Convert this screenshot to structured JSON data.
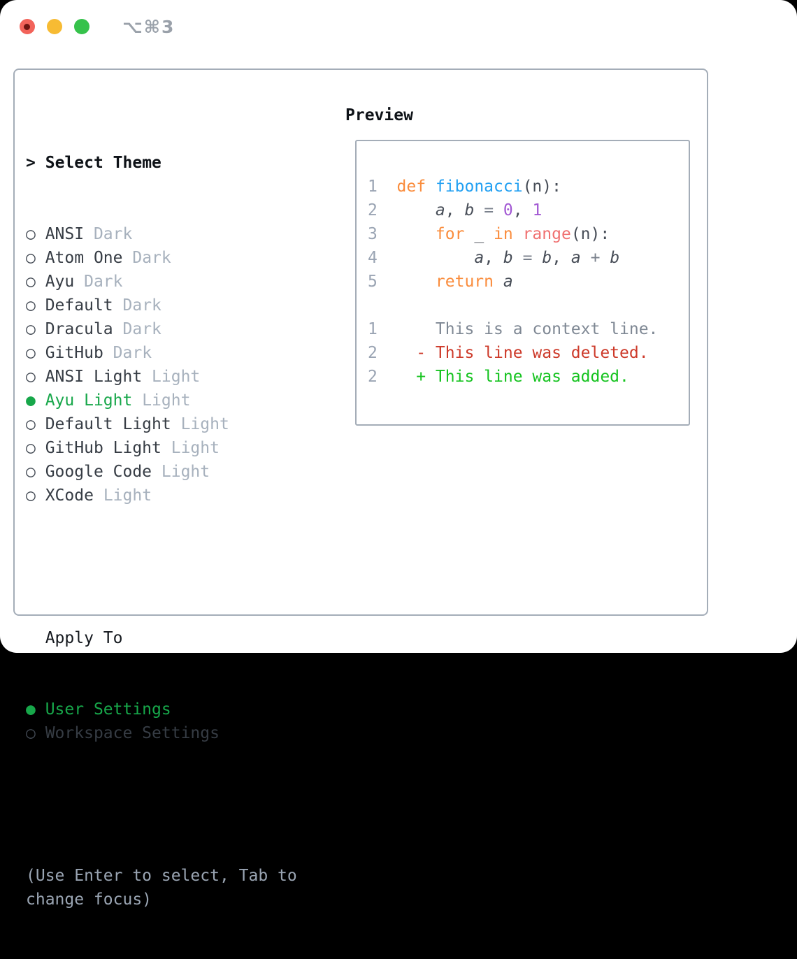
{
  "window": {
    "shortcut_label": "⌥⌘3"
  },
  "traffic_lights": [
    {
      "name": "close",
      "color": "#f2635a"
    },
    {
      "name": "minimize",
      "color": "#f7bb33"
    },
    {
      "name": "zoom",
      "color": "#36c24b"
    }
  ],
  "theme_panel": {
    "prompt": ">",
    "header": "Select Theme",
    "items": [
      {
        "name": "ANSI",
        "variant": "Dark",
        "selected": false
      },
      {
        "name": "Atom One",
        "variant": "Dark",
        "selected": false
      },
      {
        "name": "Ayu",
        "variant": "Dark",
        "selected": false
      },
      {
        "name": "Default",
        "variant": "Dark",
        "selected": false
      },
      {
        "name": "Dracula",
        "variant": "Dark",
        "selected": false
      },
      {
        "name": "GitHub",
        "variant": "Dark",
        "selected": false
      },
      {
        "name": "ANSI Light",
        "variant": "Light",
        "selected": false
      },
      {
        "name": "Ayu Light",
        "variant": "Light",
        "selected": true
      },
      {
        "name": "Default Light",
        "variant": "Light",
        "selected": false
      },
      {
        "name": "GitHub Light",
        "variant": "Light",
        "selected": false
      },
      {
        "name": "Google Code",
        "variant": "Light",
        "selected": false
      },
      {
        "name": "XCode",
        "variant": "Light",
        "selected": false
      }
    ],
    "apply_header": "Apply To",
    "apply_options": [
      {
        "name": "User Settings",
        "selected": true
      },
      {
        "name": "Workspace Settings",
        "selected": false
      }
    ],
    "help_lines": [
      "(Use Enter to select, Tab to",
      "change focus)"
    ]
  },
  "preview": {
    "header": "Preview",
    "lines": [
      {
        "num": "1",
        "tokens": [
          {
            "t": "def",
            "c": "kw"
          },
          {
            "t": " ",
            "c": "pl"
          },
          {
            "t": "fibonacci",
            "c": "fn"
          },
          {
            "t": "(n):",
            "c": "pl"
          }
        ]
      },
      {
        "num": "2",
        "tokens": [
          {
            "t": "    ",
            "c": "pl"
          },
          {
            "t": "a",
            "c": "var"
          },
          {
            "t": ", ",
            "c": "pl"
          },
          {
            "t": "b",
            "c": "var"
          },
          {
            "t": " ",
            "c": "pl"
          },
          {
            "t": "=",
            "c": "op"
          },
          {
            "t": " ",
            "c": "pl"
          },
          {
            "t": "0",
            "c": "num"
          },
          {
            "t": ", ",
            "c": "pl"
          },
          {
            "t": "1",
            "c": "num"
          }
        ]
      },
      {
        "num": "3",
        "tokens": [
          {
            "t": "    ",
            "c": "pl"
          },
          {
            "t": "for",
            "c": "kw"
          },
          {
            "t": " _ ",
            "c": "pl"
          },
          {
            "t": "in",
            "c": "kw"
          },
          {
            "t": " ",
            "c": "pl"
          },
          {
            "t": "range",
            "c": "call"
          },
          {
            "t": "(n):",
            "c": "pl"
          }
        ]
      },
      {
        "num": "4",
        "tokens": [
          {
            "t": "        ",
            "c": "pl"
          },
          {
            "t": "a",
            "c": "var"
          },
          {
            "t": ", ",
            "c": "pl"
          },
          {
            "t": "b",
            "c": "var"
          },
          {
            "t": " ",
            "c": "pl"
          },
          {
            "t": "=",
            "c": "op"
          },
          {
            "t": " ",
            "c": "pl"
          },
          {
            "t": "b",
            "c": "var"
          },
          {
            "t": ", ",
            "c": "pl"
          },
          {
            "t": "a",
            "c": "var"
          },
          {
            "t": " ",
            "c": "pl"
          },
          {
            "t": "+",
            "c": "op"
          },
          {
            "t": " ",
            "c": "pl"
          },
          {
            "t": "b",
            "c": "var"
          }
        ]
      },
      {
        "num": "5",
        "tokens": [
          {
            "t": "    ",
            "c": "pl"
          },
          {
            "t": "return",
            "c": "kw"
          },
          {
            "t": " ",
            "c": "pl"
          },
          {
            "t": "a",
            "c": "var"
          }
        ]
      },
      {
        "blank": true
      },
      {
        "num": "1",
        "tokens": [
          {
            "t": "    This is a context line.",
            "c": "ctx"
          }
        ]
      },
      {
        "num": "2",
        "tokens": [
          {
            "t": "  ",
            "c": "pl"
          },
          {
            "t": "- This line was deleted.",
            "c": "del"
          }
        ]
      },
      {
        "num": "2",
        "tokens": [
          {
            "t": "  ",
            "c": "pl"
          },
          {
            "t": "+ This line was added.",
            "c": "add"
          }
        ]
      }
    ]
  },
  "colors": {
    "accent_green": "#17a74a",
    "diff_added": "#15c31f",
    "diff_deleted": "#cd3a2a",
    "diff_context": "#7f8894",
    "keyword_orange": "#fa8c3c",
    "function_blue": "#22a0f2",
    "call_coral": "#f07171",
    "number_purple": "#a258d3",
    "line_number_gray": "#9aa4b3",
    "muted_gray": "#a7b1bd",
    "border_gray": "#a4adb8"
  },
  "glyphs": {
    "radio_unselected": "○",
    "radio_selected": "●"
  }
}
